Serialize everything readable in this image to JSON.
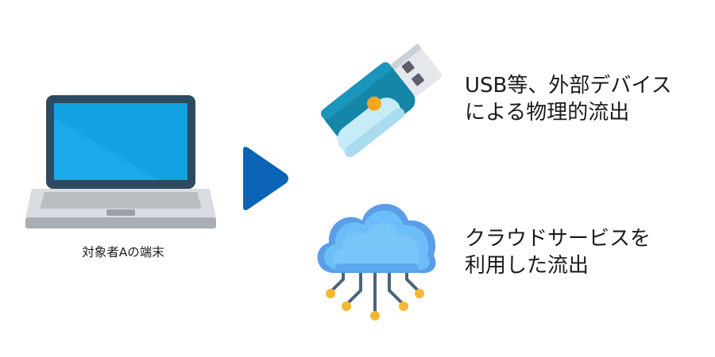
{
  "device": {
    "caption": "対象者Aの端末",
    "icon": "laptop-icon"
  },
  "flow": {
    "icon": "play-arrow-icon",
    "color": "#0b63b5"
  },
  "routes": [
    {
      "icon": "usb-drive-icon",
      "lines": [
        "USB等、外部デバイス",
        "による物理的流出"
      ]
    },
    {
      "icon": "cloud-network-icon",
      "lines": [
        "クラウドサービスを",
        "利用した流出"
      ]
    }
  ],
  "colors": {
    "laptop_frame": "#2d4a5e",
    "laptop_screen": "#0aa2e6",
    "laptop_base": "#d5d9dd",
    "usb_body": "#1585a8",
    "usb_accent": "#f5a623",
    "cloud_light": "#6dbdf8",
    "cloud_dark": "#5a9ee8",
    "node": "#f7b733"
  }
}
